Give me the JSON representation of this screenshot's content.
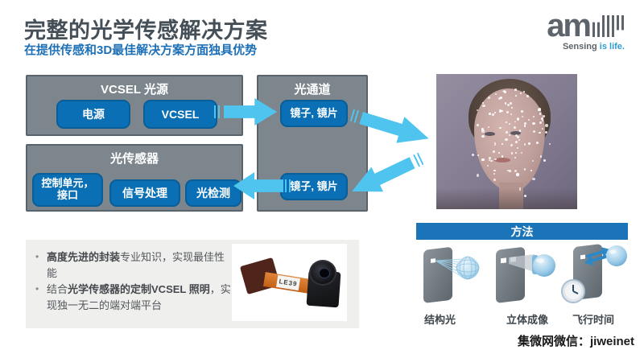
{
  "header": {
    "title": "完整的光学传感解决方案",
    "subtitle": "在提供传感和3D最佳解决方案方面独具优势"
  },
  "logo": {
    "text": "am",
    "glyph": "ams-striped-s",
    "tagline_gray": "Sensing",
    "tagline_blue": " is life."
  },
  "diagram": {
    "vcsel_box": {
      "title": "VCSEL 光源",
      "btn_power": "电源",
      "btn_vcsel": "VCSEL"
    },
    "sensor_box": {
      "title": "光传感器",
      "btn_control_line1": "控制单元，",
      "btn_control_line2": "接口",
      "btn_signal": "信号处理",
      "btn_detect": "光检测"
    },
    "channel_box": {
      "title": "光通道",
      "btn_mirror_top": "镜子, 镜片",
      "btn_mirror_bottom": "镜子, 镜片"
    },
    "figure": {
      "description": "face-with-structured-light-dots",
      "dot_count": 110
    }
  },
  "bullets": {
    "b1_bold": "高度先进的封装",
    "b1_rest": "专业知识，实现最佳性能",
    "b2_pre": "结合",
    "b2_bold": "光学传感器的定制VCSEL 照明",
    "b2_rest": "，实现独一无二的端对端平台"
  },
  "module": {
    "label": "LE39"
  },
  "methods": {
    "title": "方法",
    "item1": "结构光",
    "item2": "立体成像",
    "item3": "飞行时间"
  },
  "footer": {
    "wechat": "集微网微信：jiweinet"
  },
  "colors": {
    "blue": "#1e70b7",
    "boxgray": "#7d868d",
    "btnblue": "#0a6fb4",
    "cyan": "#4fc4ee",
    "hdrblue": "#1b74b8"
  }
}
